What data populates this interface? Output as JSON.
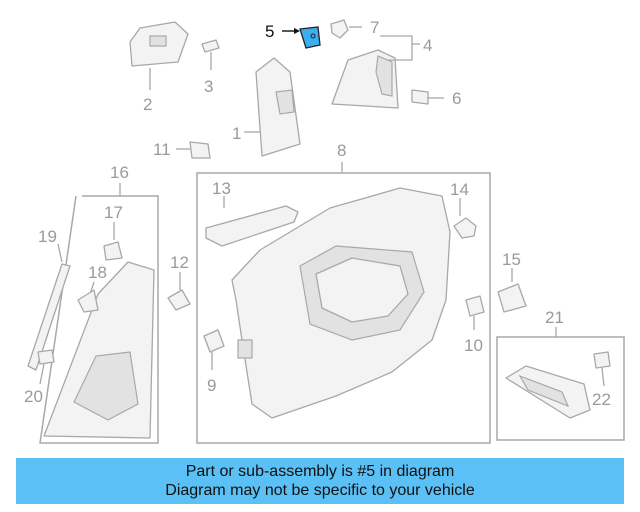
{
  "diagram": {
    "callouts": [
      "5",
      "7",
      "4",
      "2",
      "3",
      "6",
      "1",
      "11",
      "8",
      "16",
      "13",
      "14",
      "17",
      "19",
      "12",
      "15",
      "18",
      "21",
      "10",
      "9",
      "20",
      "22"
    ],
    "highlighted_part": "5",
    "highlight_color": "#3aaef0",
    "line_color": "#a8a8a8"
  },
  "banner": {
    "line1": "Part or sub-assembly is #5 in diagram",
    "line2": "Diagram may not be specific to your vehicle",
    "background": "#5bc0f5"
  }
}
